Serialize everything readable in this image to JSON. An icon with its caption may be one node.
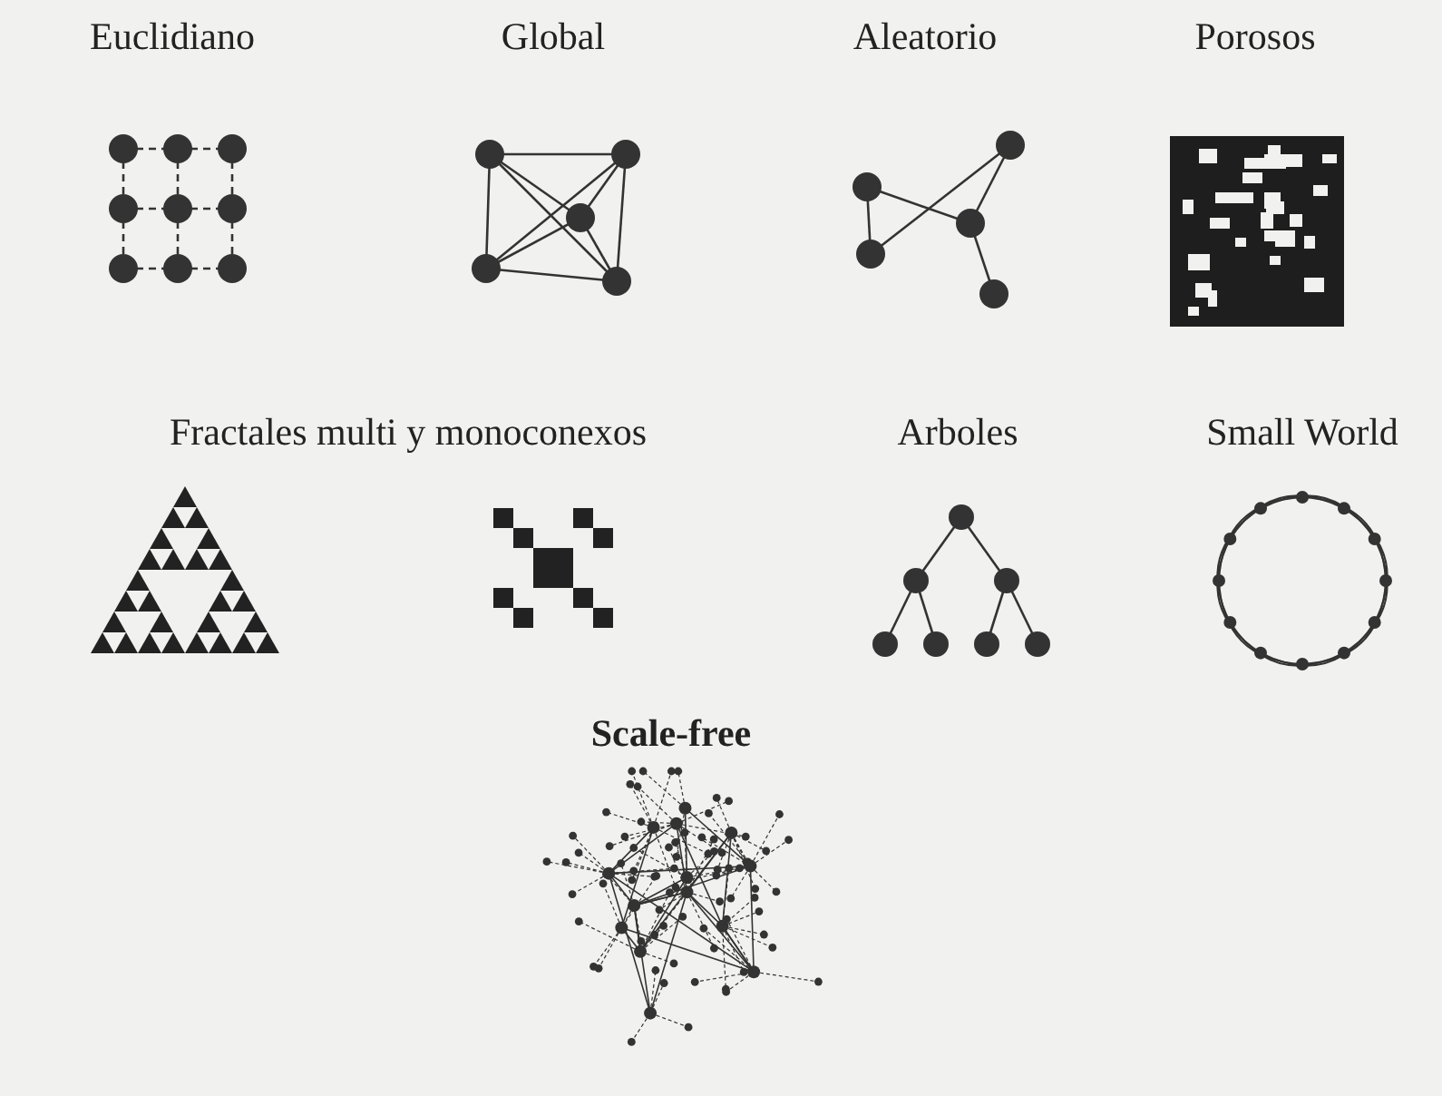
{
  "diagram": {
    "labels": [
      "Euclidiano",
      "Global",
      "Aleatorio",
      "Porosos",
      "Fractales multi y monoconexos",
      "Arboles",
      "Small World",
      "Scale-free"
    ]
  }
}
